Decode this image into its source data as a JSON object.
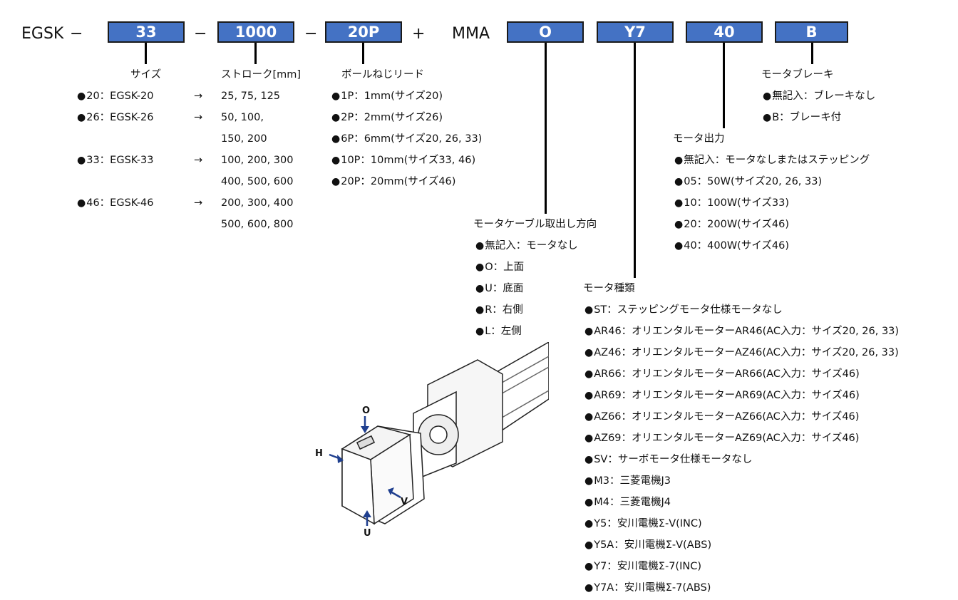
{
  "model_code": {
    "prefix": "EGSK",
    "sep1": "−",
    "size_value": "33",
    "sep2": "−",
    "stroke_value": "1000",
    "sep3": "−",
    "lead_value": "20P",
    "plus": "+",
    "motor_prefix": "MMA",
    "cable_value": "O",
    "motor_type_value": "Y7",
    "output_value": "40",
    "brake_value": "B"
  },
  "size": {
    "title": "サイズ",
    "items": [
      {
        "label": "20：EGSK-20"
      },
      {
        "label": "26：EGSK-26"
      },
      {
        "label": "33：EGSK-33"
      },
      {
        "label": "46：EGSK-46"
      }
    ],
    "arrow": "→"
  },
  "stroke": {
    "title": "ストローク[mm]",
    "lines": [
      "25, 75, 125",
      "50, 100,",
      "150, 200",
      "100, 200, 300",
      "400, 500, 600",
      "200, 300, 400",
      "500, 600, 800"
    ]
  },
  "lead": {
    "title": "ボールねじリード",
    "items": [
      "1P：1mm(サイズ20)",
      "2P：2mm(サイズ26)",
      "6P：6mm(サイズ20, 26, 33)",
      "10P：10mm(サイズ33, 46)",
      "20P：20mm(サイズ46)"
    ]
  },
  "brake": {
    "title": "モータブレーキ",
    "items": [
      "無記入：ブレーキなし",
      "B：ブレーキ付"
    ]
  },
  "output": {
    "title": "モータ出力",
    "items": [
      "無記入：モータなしまたはステッピング",
      "05：50W(サイズ20, 26, 33)",
      "10：100W(サイズ33)",
      "20：200W(サイズ46)",
      "40：400W(サイズ46)"
    ]
  },
  "cable": {
    "title": "モータケーブル取出し方向",
    "items": [
      "無記入：モータなし",
      "O：上面",
      "U：底面",
      "R：右側",
      "L：左側"
    ]
  },
  "motor_type": {
    "title": "モータ種類",
    "items": [
      "ST：ステッピングモータ仕様モータなし",
      "AR46：オリエンタルモーターAR46(AC入力：サイズ20, 26, 33)",
      "AZ46：オリエンタルモーターAZ46(AC入力：サイズ20, 26, 33)",
      "AR66：オリエンタルモーターAR66(AC入力：サイズ46)",
      "AR69：オリエンタルモーターAR69(AC入力：サイズ46)",
      "AZ66：オリエンタルモーターAZ66(AC入力：サイズ46)",
      "AZ69：オリエンタルモーターAZ69(AC入力：サイズ46)",
      "SV：サーボモータ仕様モータなし",
      "M3：三菱電機J3",
      "M4：三菱電機J4",
      "Y5：安川電機Σ-V(INC)",
      "Y5A：安川電機Σ-V(ABS)",
      "Y7：安川電機Σ-7(INC)",
      "Y7A：安川電機Σ-7(ABS)"
    ]
  },
  "illustration": {
    "labels": {
      "top": "O",
      "left": "H",
      "right": "V",
      "bottom": "U"
    },
    "arrow_color": "#1f3f8f"
  },
  "colors": {
    "box_fill": "#4472c4",
    "box_border": "#1a1a1a"
  }
}
